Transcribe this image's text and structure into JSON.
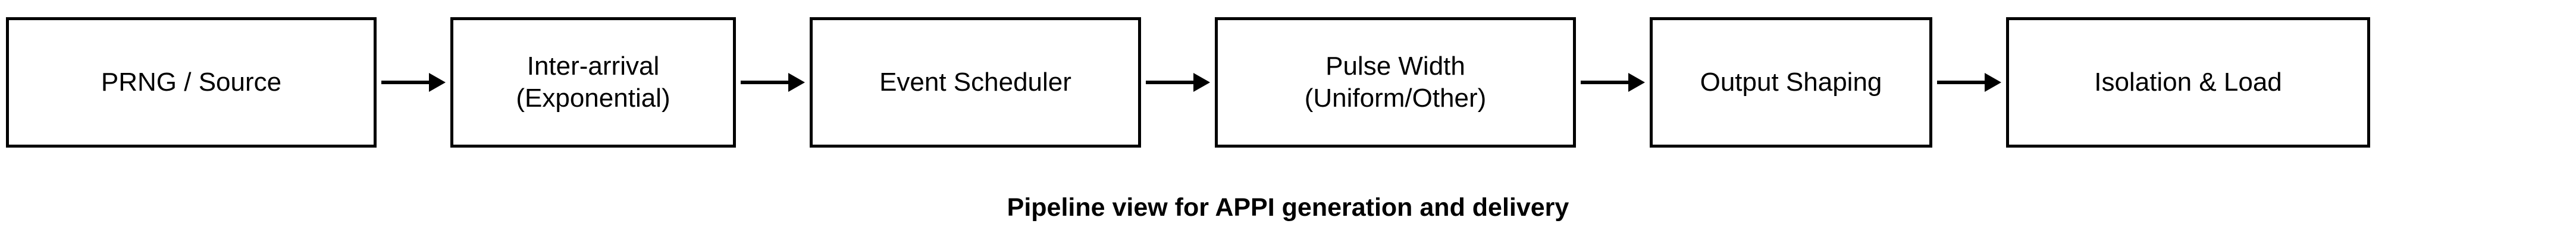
{
  "diagram": {
    "caption": "Pipeline view for APPI generation and delivery",
    "orientation": "left-to-right",
    "box_border_color": "#000000",
    "box_fill_color": "#ffffff",
    "text_color": "#000000",
    "background_color": "#ffffff",
    "stages": [
      {
        "id": "prng-source",
        "label": "PRNG / Source"
      },
      {
        "id": "inter-arrival",
        "label": "Inter-arrival\n(Exponential)"
      },
      {
        "id": "event-scheduler",
        "label": "Event Scheduler"
      },
      {
        "id": "pulse-width",
        "label": "Pulse Width\n(Uniform/Other)"
      },
      {
        "id": "output-shaping",
        "label": "Output Shaping"
      },
      {
        "id": "isolation-load",
        "label": "Isolation & Load"
      }
    ],
    "connectors": [
      {
        "from": "prng-source",
        "to": "inter-arrival",
        "type": "arrow-right"
      },
      {
        "from": "inter-arrival",
        "to": "event-scheduler",
        "type": "arrow-right"
      },
      {
        "from": "event-scheduler",
        "to": "pulse-width",
        "type": "arrow-right"
      },
      {
        "from": "pulse-width",
        "to": "output-shaping",
        "type": "arrow-right"
      },
      {
        "from": "output-shaping",
        "to": "isolation-load",
        "type": "arrow-right"
      }
    ]
  }
}
